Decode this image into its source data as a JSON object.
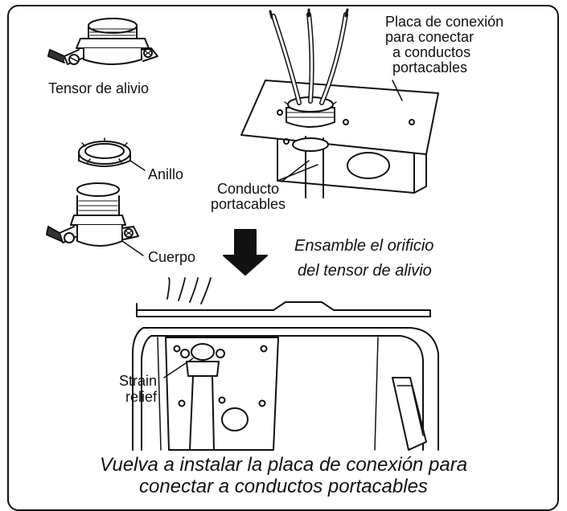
{
  "labels": {
    "tensor_de_alivio": "Tensor de alivio",
    "anillo": "Anillo",
    "cuerpo": "Cuerpo",
    "placa_line1": "Placa de conexión",
    "placa_line2": "para conectar",
    "placa_line3": "a conductos",
    "placa_line4": "portacables",
    "conducto_line1": "Conducto",
    "conducto_line2": "portacables",
    "ensamble_line1": "Ensamble el orificio",
    "ensamble_line2": "del tensor de alivio",
    "strain_line1": "Strain",
    "strain_line2": "relief"
  },
  "caption": {
    "line1": "Vuelva a instalar la placa de conexión para",
    "line2": "conectar a conductos portacables"
  }
}
